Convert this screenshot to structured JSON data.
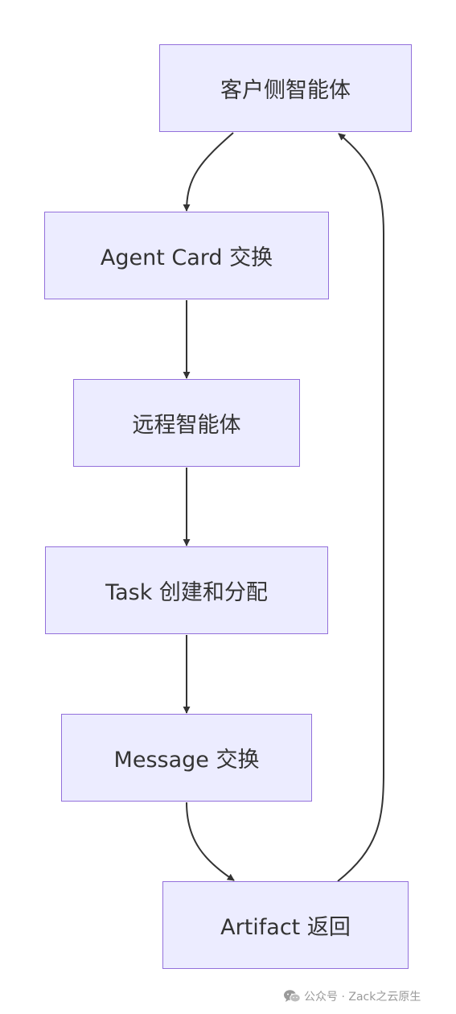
{
  "diagram": {
    "colors": {
      "node_fill": "#ECECFF",
      "node_border": "#9370DB",
      "edge": "#333333",
      "text": "#333333"
    },
    "nodes": [
      {
        "id": "client-agent",
        "label": "客户侧智能体"
      },
      {
        "id": "agent-card",
        "label": "Agent Card 交换"
      },
      {
        "id": "remote-agent",
        "label": "远程智能体"
      },
      {
        "id": "task",
        "label": "Task 创建和分配"
      },
      {
        "id": "message",
        "label": "Message 交换"
      },
      {
        "id": "artifact",
        "label": "Artifact 返回"
      }
    ],
    "edges": [
      {
        "from": "client-agent",
        "to": "agent-card"
      },
      {
        "from": "agent-card",
        "to": "remote-agent"
      },
      {
        "from": "remote-agent",
        "to": "task"
      },
      {
        "from": "task",
        "to": "message"
      },
      {
        "from": "message",
        "to": "artifact"
      },
      {
        "from": "artifact",
        "to": "client-agent"
      }
    ]
  },
  "watermark": {
    "icon": "wechat-icon",
    "text": "公众号 · Zack之云原生"
  }
}
